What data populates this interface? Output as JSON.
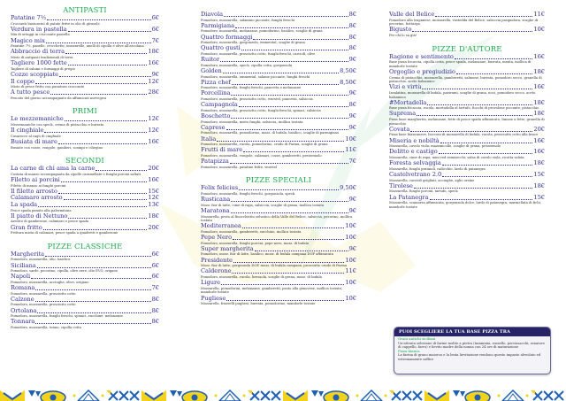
{
  "colors": {
    "section_title": "#1aa84a",
    "item": "#2e2c94",
    "description": "#333333",
    "box_header": "#262466",
    "tile_blue": "#1f5fb8",
    "tile_yellow": "#f2d21a"
  },
  "columns": [
    {
      "sections": [
        {
          "title": "ANTIPASTI",
          "items": [
            {
              "name": "Patatine 7½",
              "price": "6€",
              "desc": "Croccanti bastoncini di patate fritte in olio di girasole"
            },
            {
              "name": "Verdura in pastella",
              "price": "6€",
              "desc": "Mix di ortaggi in croccante pastella"
            },
            {
              "name": "Magico mix",
              "price": "7€",
              "desc": "Patatine 7½, panelle, crocchette, mozzarelle, anelli di cipolla e olive all'ascolana"
            },
            {
              "name": "Abbraccio di terra",
              "price": "18€",
              "desc": "Misto di antipasti tradizionali di terra"
            },
            {
              "name": "Tagliere 1000 fette",
              "price": "16€",
              "desc": "Tagliere di salumi e formaggi di pregio"
            },
            {
              "name": "Cozze scoppiate",
              "price": "9€",
              "desc": ""
            },
            {
              "name": "Il coppo",
              "price": "12€",
              "desc": "Misto di pesce fritto con panatura croccante"
            },
            {
              "name": "A tutto pesce",
              "price": "28€",
              "desc": "Pescato del giorno accompagnato da affumicati norvegesi"
            }
          ]
        },
        {
          "title": "PRIMI",
          "items": [
            {
              "name": "Le mezzemaniche",
              "price": "12€",
              "desc": "Mezzemaniche con speck, crema di pistacchio e burrata"
            },
            {
              "name": "Il cinghiale",
              "price": "12€",
              "desc": "Casarecce al ragù di cinghiale"
            },
            {
              "name": "Busiata di mare",
              "price": "16€",
              "desc": "Busiate con cozze, vongole, gamberi, scampi e ciliegino"
            }
          ]
        },
        {
          "title": "SECONDI",
          "items": [
            {
              "name": "La carne di chi ama la carne",
              "price": "20€",
              "desc": "Costata di manzo accompagnata da cipolle caramellate e funghi porcini saltati"
            },
            {
              "name": "Filetto ai porcini",
              "price": "16€",
              "desc": "Filetto di manzo ai funghi porcini"
            },
            {
              "name": "Il filetto arrosto",
              "price": "15€",
              "desc": ""
            },
            {
              "name": "Calamaro arrosto",
              "price": "12€",
              "desc": ""
            },
            {
              "name": "La spada",
              "price": "13€",
              "desc": "Pesce spada panato alla palermitana"
            },
            {
              "name": "Il piatto di Nettuno",
              "price": "18€",
              "desc": "Arrosto di gamberone, calamaro e pesce spada"
            },
            {
              "name": "Gran fritto",
              "price": "20€",
              "desc": "Frittura mista di calamari, pesce spada a quadretti e gamberone"
            }
          ]
        },
        {
          "title": "PIZZE CLASSICHE",
          "items": [
            {
              "name": "Margherita",
              "price": "6€",
              "desc": "Pomodoro, mozzarella, olio, basilico"
            },
            {
              "name": "Siciliana",
              "price": "6€",
              "desc": "Pomodoro, sarde, pecorino, cipolla, olive nere, olio EVO, origano"
            },
            {
              "name": "Napoli",
              "price": "6€",
              "desc": "Pomodoro, mozzarella, acciughe, olive, origano"
            },
            {
              "name": "Romana",
              "price": "7€",
              "desc": "Pomodoro, mozzarella, prosciutto cotto"
            },
            {
              "name": "Calzone",
              "price": "8€",
              "desc": "Pomodoro, mozzarella, prosciutto cotto"
            },
            {
              "name": "Ortolana",
              "price": "8€",
              "desc": "Pomodoro, mozzarella, funghi freschi, spinaci, zucchine, melanzane"
            },
            {
              "name": "Tonnara",
              "price": "8€",
              "desc": "Pomodoro, mozzarella, tonno, cipolla cotta"
            }
          ]
        }
      ]
    },
    {
      "sections": [
        {
          "title": "",
          "items": [
            {
              "name": "Diavola",
              "price": "8€",
              "desc": "Pomodoro, mozzarella, salamino piccante, funghi freschi"
            },
            {
              "name": "Parmigiana",
              "price": "8€",
              "desc": "Pomodoro, mozzarella, melanzane, pomodorino, basilico, scaglie di grana"
            },
            {
              "name": "Quattro formaggi",
              "price": "8€",
              "desc": "Pomodoro, mozzarella, gorgonzola, emmental, scaglie di grana"
            },
            {
              "name": "Quattro gusti",
              "price": "8€",
              "desc": "Pomodoro, mozzarella, prosciutto cotto, funghi freschi, carciofi, olive"
            },
            {
              "name": "Ruitor",
              "price": "9€",
              "desc": "Pomodoro, mozzarella, speck, cipolla cotta, gorgonzola"
            },
            {
              "name": "Golden",
              "price": "8,50€",
              "desc": "Pomodoro, mozzarella, emmental, salame piccante, funghi freschi"
            },
            {
              "name": "Pizza chef",
              "price": "8,50€",
              "desc": "Pomodoro, mozzarella, funghi freschi, pancetta e melanzane"
            },
            {
              "name": "Porcellina",
              "price": "9€",
              "desc": "Pomodoro, mozzarella, prosciutto cotto, wurstel, pancetta, salsiccia"
            },
            {
              "name": "Campagnola",
              "price": "8€",
              "desc": "Pomodoro, mozzarella, prosciutto cotto, funghi freschi, spinaci, salsiccia"
            },
            {
              "name": "Boschetto",
              "price": "9€",
              "desc": "Pomodoro, mozzarella, misto funghi, salsiccia, mollica tostata"
            },
            {
              "name": "Caprese",
              "price": "9€",
              "desc": "Pomodoro, mozzarella, pomodorino, mozz. di bufala, basilico, scaglie di parmigiano"
            },
            {
              "name": "Italia",
              "price": "10€",
              "desc": "Pomodoro, mozzarella, rucola, pomodorino, crudo di Parma, scaglie di grana"
            },
            {
              "name": "Frutti di mare",
              "price": "11€",
              "desc": "Pomodoro, mozzarella, vongole, calamari, cozze, gamberetti, prezzemolo"
            },
            {
              "name": "Patapizza",
              "price": "7€",
              "desc": "Pomodoro, mozzarella, patatine fritte, wurstel"
            }
          ]
        },
        {
          "title": "PIZZE SPECIALI",
          "items": [
            {
              "name": "Felix felicius",
              "price": "9,50€",
              "desc": "Pomodoro, mozzarella, funghi freschi, gorgonzola, speck"
            },
            {
              "name": "Rusticana",
              "price": "9€",
              "desc": "Mozz. fior di latte, cime di rapa, salsiccia, scaglie di grana, mollica tostata"
            },
            {
              "name": "Maratona",
              "price": "9€",
              "desc": "Mozzarella, pesto al finocchietto selvatico della Valle del Belice, salsiccia, pecorino, mollica tostata"
            },
            {
              "name": "Mediterranea",
              "price": "10€",
              "desc": "Pomodoro, mozzarella, gamberetti, zucchine, mollica tostata"
            },
            {
              "name": "Pepe Nero",
              "price": "10€",
              "desc": "Pomodoro, mozzarella, funghi porcini, pepe nero, mozz. di bufala"
            },
            {
              "name": "Super margherita",
              "price": "9€",
              "desc": "Pomodoro, mozz. fior di latte, basilico, mozz. di bufala campana DOP affumicata"
            },
            {
              "name": "Presidente",
              "price": "10€",
              "desc": "Mozz. fior di latte, gorgonzola DOP, mozz. di bufala campana, prosciutto crudo di Parma"
            },
            {
              "name": "Calderone",
              "price": "11€",
              "desc": "Pomodoro, mozzarella, rucola, bresaola, scaglie di grana, mozz. di bufala"
            },
            {
              "name": "Ligure",
              "price": "10€",
              "desc": "Mozzarella, pomodorini, melanzane, gamberetti, pesto alla genovese, mollica tostata, mandorle tostate"
            },
            {
              "name": "Pugliese",
              "price": "10€",
              "desc": "Mozzarella, friarielli pugliesi, burrata, pomodorino, mandorle tostate"
            }
          ]
        }
      ]
    },
    {
      "sections": [
        {
          "title": "",
          "items": [
            {
              "name": "Valle del Belice",
              "price": "11€",
              "desc": "Pomodoro alla trapanese, mozzarella, vastedda del Belice, salsiccia pasqualora, scaglie di pecorino, bottarga"
            },
            {
              "name": "Bigusto",
              "price": "10€",
              "desc": "Per chi lo sa già!"
            }
          ]
        },
        {
          "title": "PIZZE D'AUTORE",
          "items": [
            {
              "name": "Ragione e sentimento",
              "price": "16€",
              "desc": "Base pizza focaccia, cipolla cotta, pesce spada, melanzane, burrata, menta, mollica di mandorle tostate"
            },
            {
              "name": "Orgoglio e pregiudizio",
              "price": "18€",
              "desc": "Crema di pistacchio, mozzarella, gamberetti, salmone, burrata, pomodoro secco, granella di pistacchio, aceto balsamico"
            },
            {
              "name": "Vizi e virtù",
              "price": "16€",
              "desc": "Insalatina, mozzarella di bufala, pastrami, scaglie di grana, noci, pomodoro secco, aceto balsamico"
            },
            {
              "name": "#Mortadella",
              "price": "18€",
              "desc": "Base pizza focaccia, rucola, mortadella al tartufo, fiocchi di provolone piccante, pistacchio"
            },
            {
              "name": "Suprema",
              "price": "18€",
              "desc": "Pizza base margherita, melanzane, fette di pesce spada affumicato, limone a fette, granella di pistacchio"
            },
            {
              "name": "Covata",
              "price": "20€",
              "desc": "Pizza base biancaneve, bocconi di mozzarella di bufala, rucola, prosciutto cotto alla brace"
            },
            {
              "name": "Miseria e nobiltà",
              "price": "16€",
              "desc": "Mozzarella, cavolo viola, mazzancolle, scaglie di grana, prezzemolo"
            },
            {
              "name": "Delitto e castigo",
              "price": "16€",
              "desc": "Mozzarella, cime di rapa, mini red semisecchi, salsa di cavolo viola, ricotta salata"
            },
            {
              "name": "Foresta selvaggia",
              "price": "18€",
              "desc": "Mozzarella, funghi prataioli, radicchio, lardo di patanegra"
            },
            {
              "name": "Castelvetrano 2.0",
              "price": "15€",
              "desc": "Mozzarella, carciofi grigliati, acciughe, aglio orsino"
            },
            {
              "name": "Tirolese",
              "price": "18€",
              "desc": "Mozzarella, funghi porcini, tartufo, speck"
            },
            {
              "name": "La Patanegra",
              "price": "15€",
              "desc": "Mozzarella, scamorza affumicata, gorgonzola dolce, lardo di patanegra, marmellata di fichi, mandorle tostate"
            }
          ]
        }
      ]
    }
  ],
  "base_box": {
    "title": "PUOI SCEGLIERE LA TUA BASE PIZZA TRA",
    "options": [
      {
        "name": "Grani antichi siciliani",
        "desc": "Un'attenta selezione di farine molite a pietra (tumminia, russello, perciasacchi, senatore di cappello, farro) e lievito madre della nonna con 24 ore di maturazione"
      },
      {
        "name": "Pizza bianca",
        "desc": "La farina di grano maiorca e la lenta lievitazione rendono questo impasto alveolato ed estremamente soffice"
      }
    ]
  }
}
